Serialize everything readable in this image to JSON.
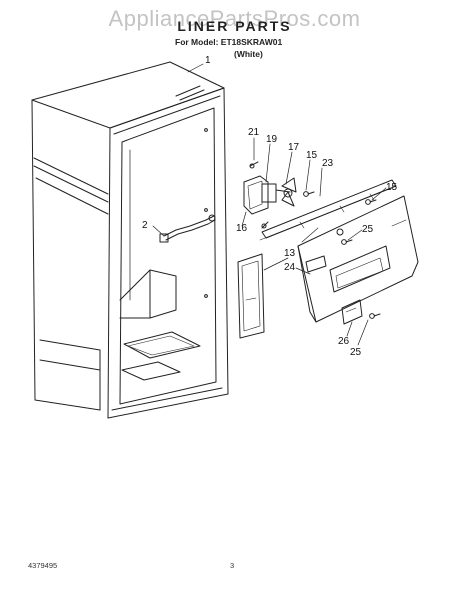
{
  "watermark": "AppliancePartsPros.com",
  "header": {
    "title": "LINER PARTS",
    "model_line": "For Model: ET18SKRAW01",
    "color_line": "(White)"
  },
  "callouts": {
    "c1": "1",
    "c2": "2",
    "c13": "13",
    "c15a": "15",
    "c15b": "15",
    "c16": "16",
    "c17": "17",
    "c19": "19",
    "c21": "21",
    "c23": "23",
    "c24": "24",
    "c25a": "25",
    "c25b": "25",
    "c26": "26"
  },
  "footer": {
    "doc_number": "4379495",
    "page_number": "3"
  }
}
